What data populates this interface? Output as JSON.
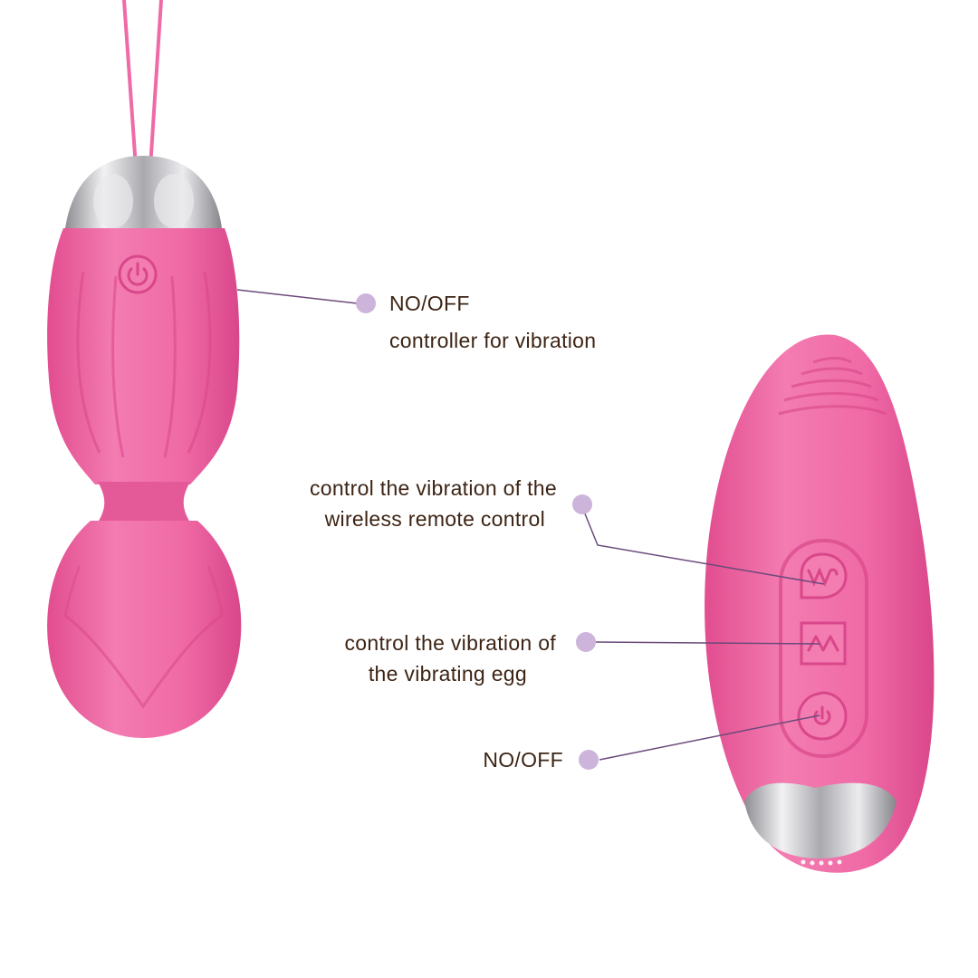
{
  "colors": {
    "body_pink": "#f06aa6",
    "body_pink_dark": "#d9478a",
    "body_pink_light": "#f7a3c7",
    "chrome": "#c9c9cc",
    "dot": "#cdb4db",
    "leader_line": "#6b4a7a",
    "text": "#3d2414"
  },
  "icons": {
    "egg_button": "power-icon",
    "remote_button_top": "wave-icon",
    "remote_button_middle": "zigzag-icon",
    "remote_button_bottom": "power-icon"
  },
  "callouts": {
    "egg_power": {
      "line1": "NO/OFF",
      "line2": "controller for vibration"
    },
    "remote_wireless": {
      "line1": "control the vibration of the",
      "line2": "wireless remote control"
    },
    "remote_egg": {
      "line1": "control the vibration of",
      "line2": "the vibrating egg"
    },
    "remote_power": {
      "line1": "NO/OFF"
    }
  }
}
